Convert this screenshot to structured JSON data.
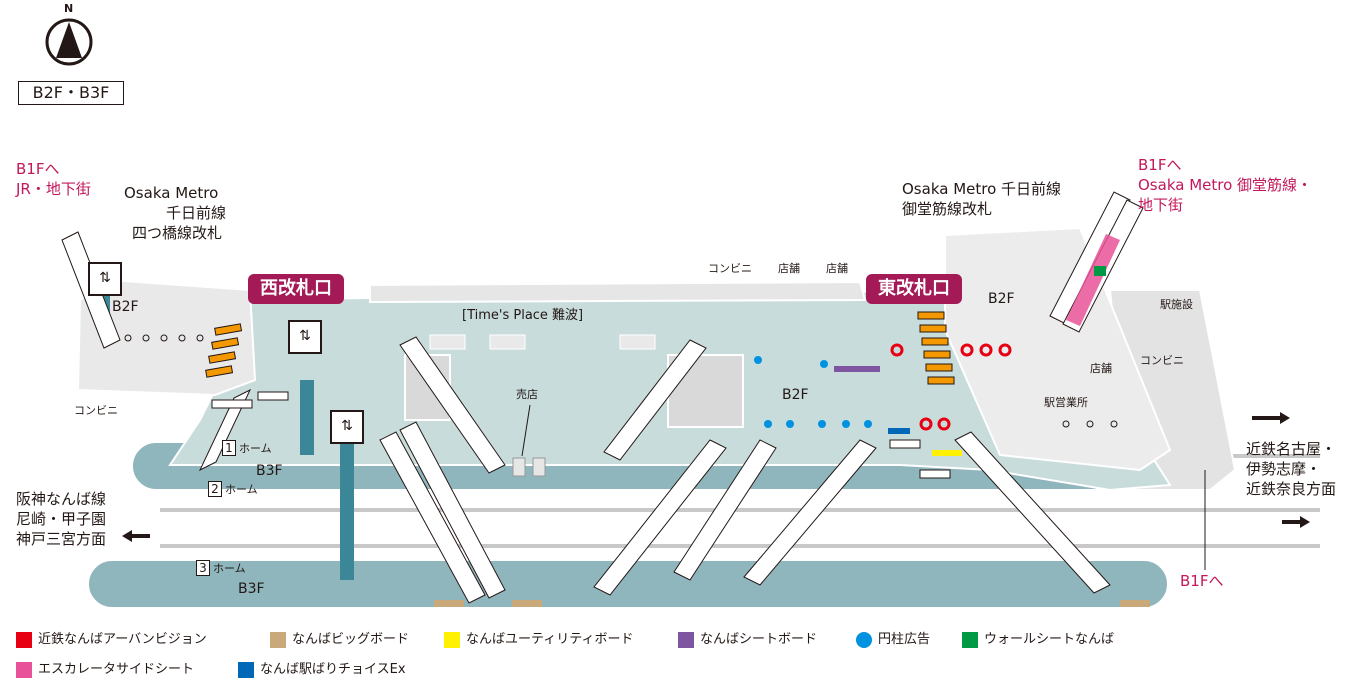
{
  "compass": {
    "north_label": "N"
  },
  "floor_label": "B2F・B3F",
  "labels": {
    "b1f_jr": "B1Fへ",
    "b1f_jr_2": "JR・地下街",
    "metro_west_1": "Osaka Metro",
    "metro_west_2": "千日前線",
    "metro_west_3": "四つ橋線改札",
    "west_gate": "西改札口",
    "east_gate": "東改札口",
    "times_place": "[Time's Place 難波]",
    "konbini_top": "コンビニ",
    "shop_top_1": "店舗",
    "shop_top_2": "店舗",
    "metro_east_1": "Osaka Metro 千日前線",
    "metro_east_2": "御堂筋線改札",
    "b1f_mido_1": "B1Fへ",
    "b1f_mido_2": "Osaka Metro 御堂筋線・",
    "b1f_mido_3": "地下街",
    "station_facility": "駅施設",
    "konbini_right": "コンビニ",
    "shop_right": "店舗",
    "station_office": "駅営業所",
    "b2f_left": "B2F",
    "b2f_center": "B2F",
    "b2f_right": "B2F",
    "b3f_upper": "B3F",
    "b3f_lower": "B3F",
    "konbini_left": "コンビニ",
    "kiosk": "売店",
    "platform_1_num": "1",
    "platform_2_num": "2",
    "platform_3_num": "3",
    "platform_label": "ホーム",
    "kintetsu_1": "近鉄名古屋・",
    "kintetsu_2": "伊勢志摩・",
    "kintetsu_3": "近鉄奈良方面",
    "hanshin_1": "阪神なんば線",
    "hanshin_2": "尼崎・甲子園",
    "hanshin_3": "神戸三宮方面",
    "b1f_bottom": "B1Fへ"
  },
  "legend": [
    {
      "label": "近鉄なんばアーバンビジョン",
      "color": "#e60012",
      "shape": "square"
    },
    {
      "label": "なんばビッグボード",
      "color": "#c9a97a",
      "shape": "square"
    },
    {
      "label": "なんばユーティリティボード",
      "color": "#fff100",
      "shape": "square"
    },
    {
      "label": "なんばシートボード",
      "color": "#7d55a0",
      "shape": "square"
    },
    {
      "label": "円柱広告",
      "color": "#0092e0",
      "shape": "circle"
    },
    {
      "label": "ウォールシートなんば",
      "color": "#009944",
      "shape": "square"
    },
    {
      "label": "エスカレータサイドシート",
      "color": "#e85298",
      "shape": "square"
    },
    {
      "label": "なんば駅ばりチョイスEx",
      "color": "#0068b7",
      "shape": "square"
    }
  ],
  "colors": {
    "floor": "#c8dcdc",
    "platform": "#8fb5bd",
    "gate": "#a31a57",
    "stair_orange": "#f39800"
  }
}
